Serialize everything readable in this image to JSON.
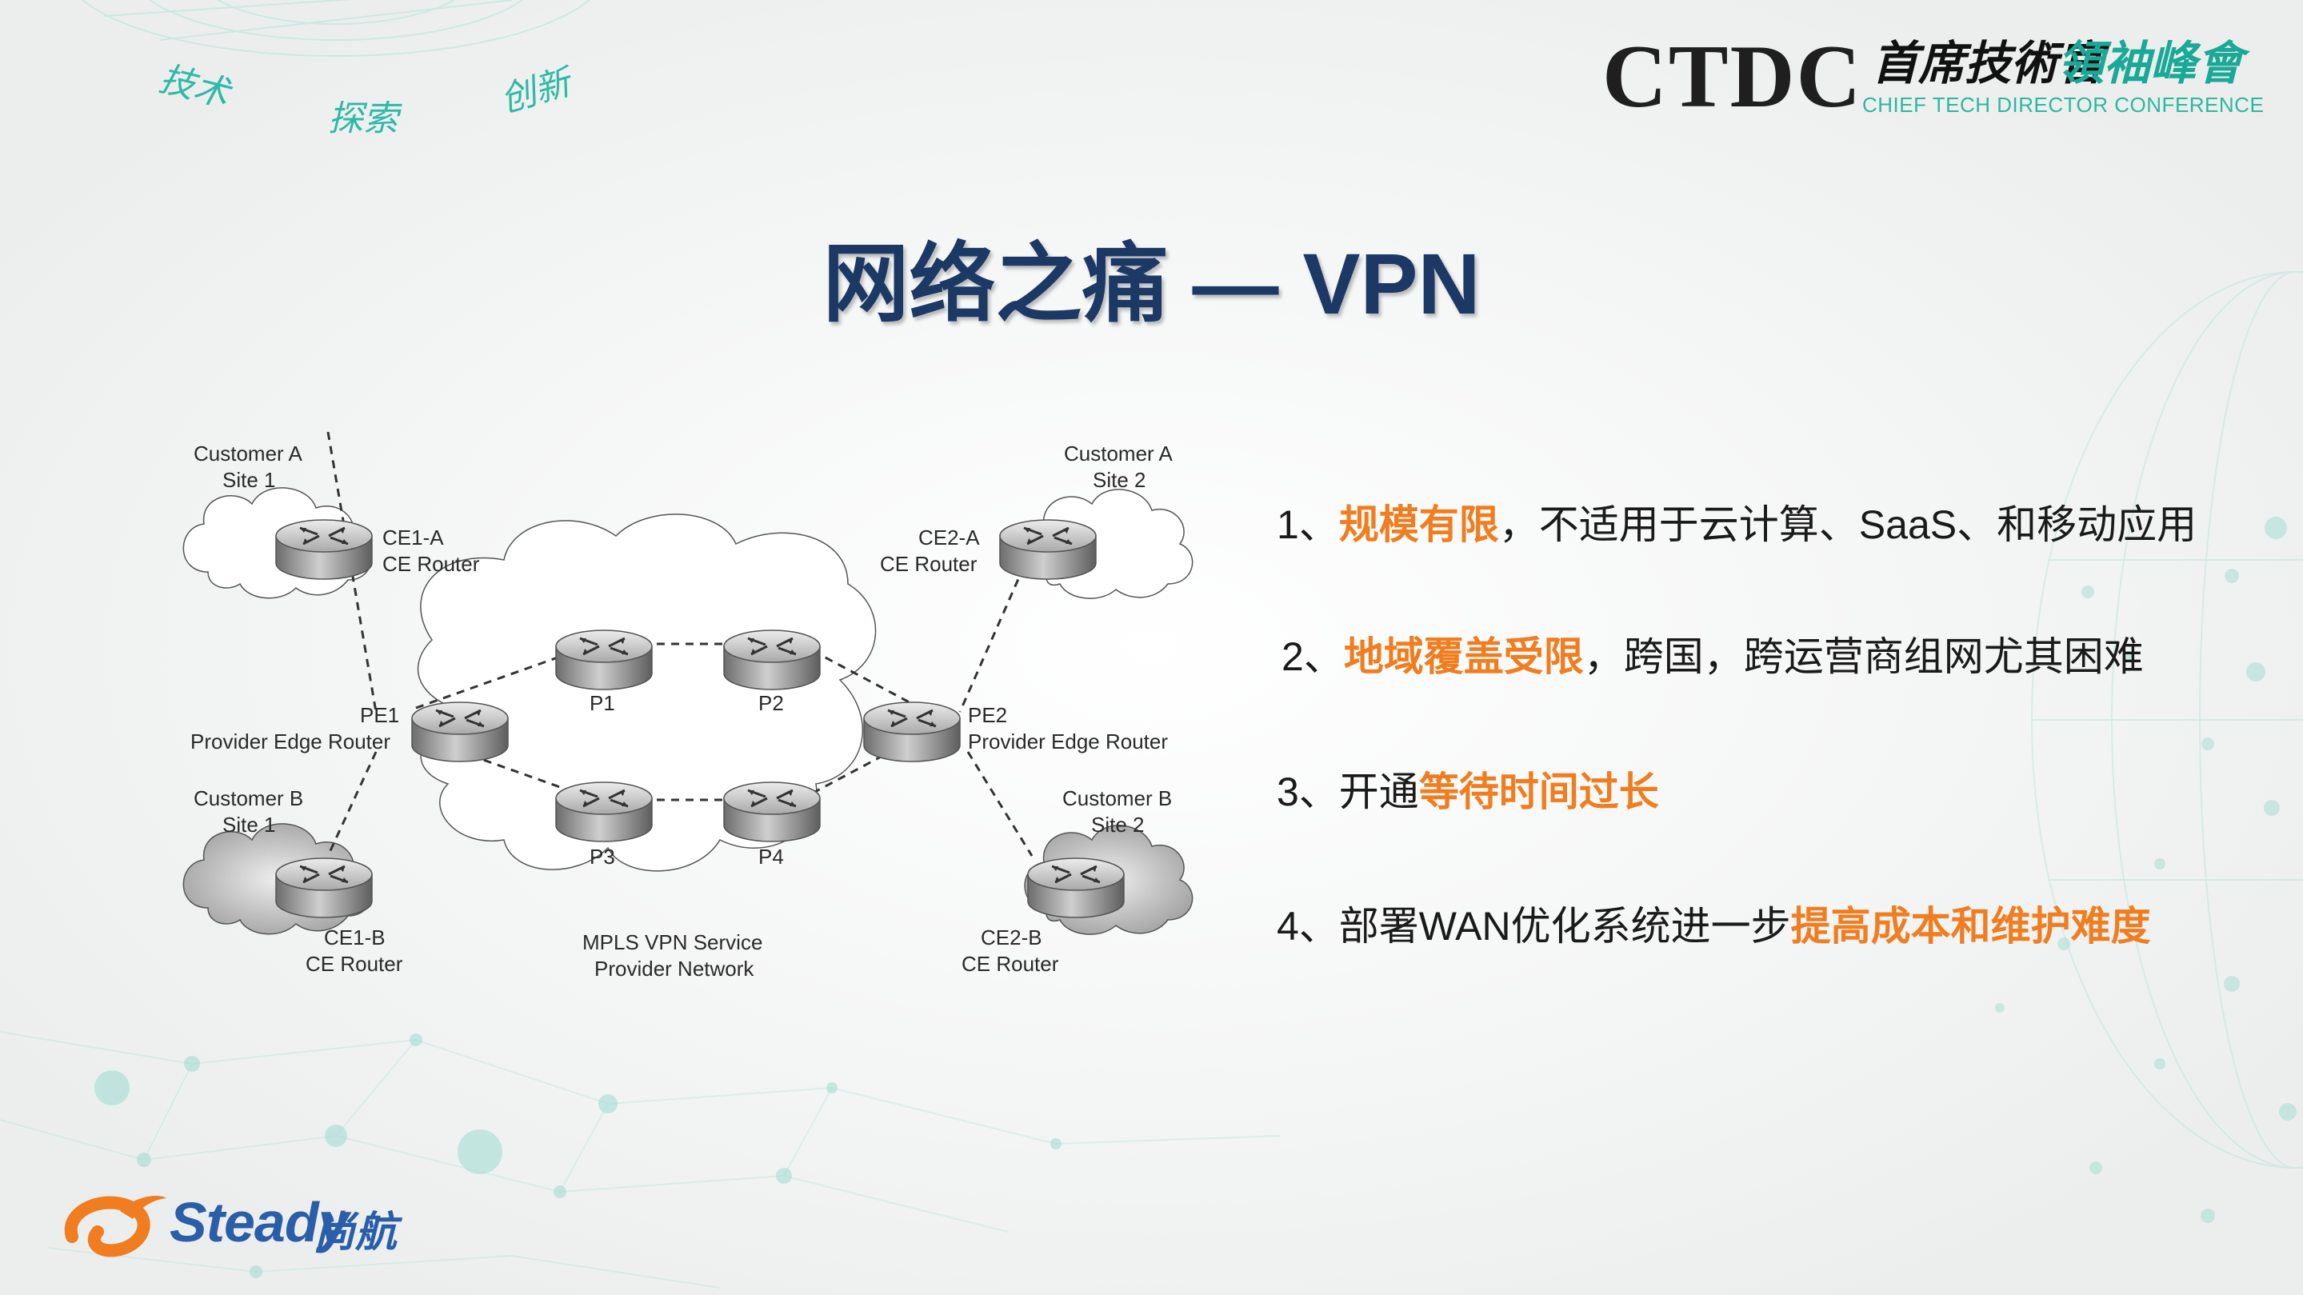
{
  "header": {
    "motto": [
      "技术",
      "探索",
      "创新"
    ],
    "logo_word": "CTDC",
    "logo_cn_a": "首席技術官",
    "logo_cn_b": "領袖峰會",
    "logo_subtitle": "CHIEF TECH DIRECTOR CONFERENCE"
  },
  "title": "网络之痛 — VPN",
  "diagram": {
    "customer_a_site1": [
      "Customer A",
      "Site 1"
    ],
    "customer_a_site2": [
      "Customer A",
      "Site 2"
    ],
    "customer_b_site1": [
      "Customer B",
      "Site 1"
    ],
    "customer_b_site2": [
      "Customer B",
      "Site 2"
    ],
    "ce1a": [
      "CE1-A",
      "CE Router"
    ],
    "ce2a": [
      "CE2-A",
      "CE Router"
    ],
    "ce1b": [
      "CE1-B",
      "CE Router"
    ],
    "ce2b": [
      "CE2-B",
      "CE Router"
    ],
    "pe1": [
      "PE1",
      "Provider Edge Router"
    ],
    "pe2": [
      "PE2",
      "Provider Edge Router"
    ],
    "p1": "P1",
    "p2": "P2",
    "p3": "P3",
    "p4": "P4",
    "mpls": [
      "MPLS VPN Service",
      "Provider Network"
    ]
  },
  "points": [
    {
      "prefix": "1、",
      "highlight": "规模有限",
      "suffix": "，不适用于云计算、SaaS、和移动应用"
    },
    {
      "prefix": "2、",
      "highlight": "地域覆盖受限",
      "suffix": "，跨国，跨运营商组网尤其困难"
    },
    {
      "prefix": "3、开通",
      "highlight": "等待时间过长",
      "suffix": ""
    },
    {
      "prefix": "4、部署WAN优化系统进一步",
      "highlight": "提高成本和维护难度",
      "suffix": ""
    }
  ],
  "brand": {
    "word": "Steady",
    "cn": "尚航"
  },
  "colors": {
    "title": "#1c3966",
    "highlight": "#f07d1f",
    "accent": "#2bb89f",
    "brand": "#2b5ea8"
  }
}
